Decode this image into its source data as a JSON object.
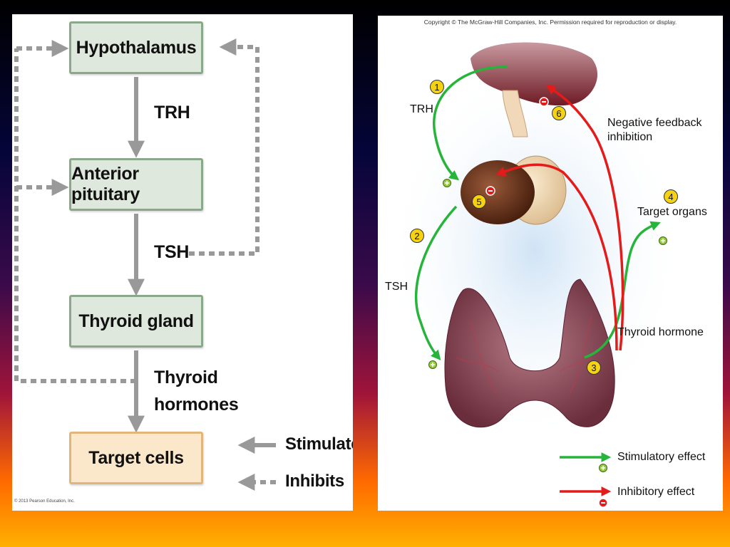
{
  "left": {
    "boxes": {
      "hypothalamus": "Hypothalamus",
      "anterior_pituitary": "Anterior pituitary",
      "thyroid_gland": "Thyroid gland",
      "target_cells": "Target cells"
    },
    "labels": {
      "trh": "TRH",
      "tsh": "TSH",
      "thyroid_line1": "Thyroid",
      "thyroid_line2": "hormones"
    },
    "legend": {
      "stimulates": "Stimulates",
      "inhibits": "Inhibits"
    },
    "copyright": "© 2013 Pearson Education, Inc."
  },
  "right": {
    "copyright": "Copyright © The McGraw-Hill Companies, Inc. Permission required for reproduction or display.",
    "labels": {
      "trh": "TRH",
      "tsh": "TSH",
      "negative_feedback_line1": "Negative feedback",
      "negative_feedback_line2": "inhibition",
      "target_organs": "Target organs",
      "thyroid_hormone": "Thyroid hormone"
    },
    "steps": [
      "1",
      "2",
      "3",
      "4",
      "5",
      "6"
    ],
    "legend": {
      "stimulatory": "Stimulatory effect",
      "inhibitory": "Inhibitory effect"
    }
  },
  "colors": {
    "box_green": "#dfe8dc",
    "box_target": "#fbe7c9",
    "arrow_gray": "#999999",
    "stimulatory_green": "#27b43a",
    "inhibitory_red": "#e31b1b",
    "badge_yellow": "#f5d312"
  }
}
